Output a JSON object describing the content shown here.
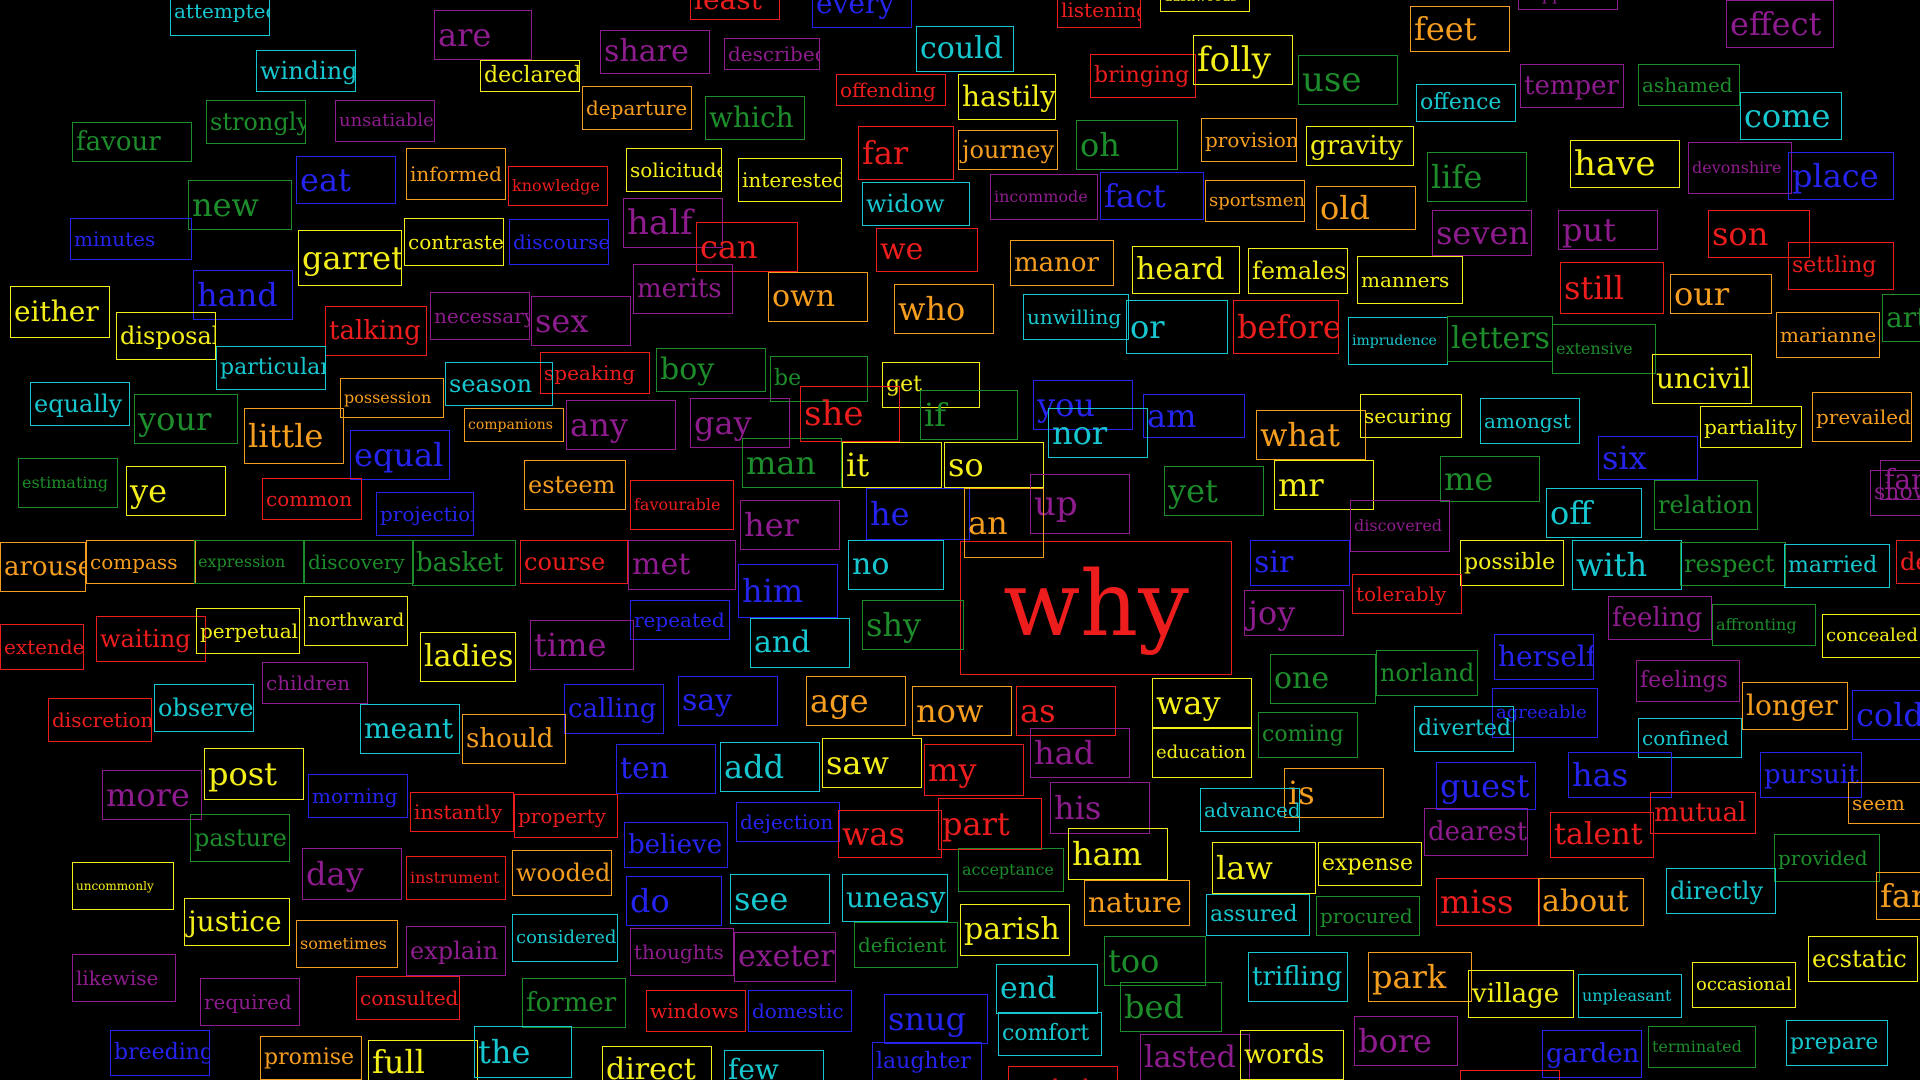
{
  "colors": {
    "background": "#000000",
    "cyan": "#17c7cf",
    "yellow": "#f3ee1a",
    "orange": "#f59d1f",
    "red": "#ee1d1d",
    "green": "#1d8c2b",
    "blue": "#2524ee",
    "purple": "#8e1c8e"
  },
  "words": [
    {
      "text": "why",
      "color": "red"
    },
    {
      "text": "attempted",
      "color": "cyan"
    },
    {
      "text": "least",
      "color": "red"
    },
    {
      "text": "every",
      "color": "blue"
    },
    {
      "text": "listening",
      "color": "red"
    },
    {
      "text": "dashwoods",
      "color": "yellow"
    },
    {
      "text": "happiness",
      "color": "purple"
    },
    {
      "text": "are",
      "color": "purple"
    },
    {
      "text": "share",
      "color": "purple"
    },
    {
      "text": "described",
      "color": "purple"
    },
    {
      "text": "could",
      "color": "cyan"
    },
    {
      "text": "feet",
      "color": "orange"
    },
    {
      "text": "effect",
      "color": "purple"
    },
    {
      "text": "winding",
      "color": "cyan"
    },
    {
      "text": "declared",
      "color": "yellow"
    },
    {
      "text": "offending",
      "color": "red"
    },
    {
      "text": "hastily",
      "color": "yellow"
    },
    {
      "text": "bringing",
      "color": "red"
    },
    {
      "text": "folly",
      "color": "yellow"
    },
    {
      "text": "use",
      "color": "green"
    },
    {
      "text": "temper",
      "color": "purple"
    },
    {
      "text": "ashamed",
      "color": "green"
    },
    {
      "text": "strongly",
      "color": "green"
    },
    {
      "text": "unsatiable",
      "color": "purple"
    },
    {
      "text": "departure",
      "color": "orange"
    },
    {
      "text": "which",
      "color": "green"
    },
    {
      "text": "offence",
      "color": "cyan"
    },
    {
      "text": "come",
      "color": "cyan"
    },
    {
      "text": "favour",
      "color": "green"
    },
    {
      "text": "far",
      "color": "red"
    },
    {
      "text": "journey",
      "color": "orange"
    },
    {
      "text": "oh",
      "color": "green"
    },
    {
      "text": "provision",
      "color": "orange"
    },
    {
      "text": "gravity",
      "color": "yellow"
    },
    {
      "text": "life",
      "color": "green"
    },
    {
      "text": "have",
      "color": "yellow"
    },
    {
      "text": "devonshire",
      "color": "purple"
    },
    {
      "text": "place",
      "color": "blue"
    },
    {
      "text": "eat",
      "color": "blue"
    },
    {
      "text": "informed",
      "color": "orange"
    },
    {
      "text": "knowledge",
      "color": "red"
    },
    {
      "text": "solicitude",
      "color": "yellow"
    },
    {
      "text": "interested",
      "color": "yellow"
    },
    {
      "text": "widow",
      "color": "cyan"
    },
    {
      "text": "incommode",
      "color": "purple"
    },
    {
      "text": "fact",
      "color": "blue"
    },
    {
      "text": "sportsmen",
      "color": "orange"
    },
    {
      "text": "old",
      "color": "orange"
    },
    {
      "text": "seven",
      "color": "purple"
    },
    {
      "text": "put",
      "color": "purple"
    },
    {
      "text": "son",
      "color": "red"
    },
    {
      "text": "new",
      "color": "green"
    },
    {
      "text": "minutes",
      "color": "blue"
    },
    {
      "text": "contrasted",
      "color": "yellow"
    },
    {
      "text": "discourse",
      "color": "blue"
    },
    {
      "text": "half",
      "color": "purple"
    },
    {
      "text": "can",
      "color": "red"
    },
    {
      "text": "garret",
      "color": "yellow"
    },
    {
      "text": "we",
      "color": "red"
    },
    {
      "text": "manor",
      "color": "orange"
    },
    {
      "text": "heard",
      "color": "yellow"
    },
    {
      "text": "females",
      "color": "yellow"
    },
    {
      "text": "manners",
      "color": "yellow"
    },
    {
      "text": "still",
      "color": "red"
    },
    {
      "text": "our",
      "color": "orange"
    },
    {
      "text": "settling",
      "color": "red"
    },
    {
      "text": "hand",
      "color": "blue"
    },
    {
      "text": "merits",
      "color": "purple"
    },
    {
      "text": "own",
      "color": "orange"
    },
    {
      "text": "who",
      "color": "orange"
    },
    {
      "text": "unwilling",
      "color": "cyan"
    },
    {
      "text": "or",
      "color": "cyan"
    },
    {
      "text": "before",
      "color": "red"
    },
    {
      "text": "imprudence",
      "color": "cyan"
    },
    {
      "text": "letters",
      "color": "green"
    },
    {
      "text": "extensive",
      "color": "green"
    },
    {
      "text": "marianne",
      "color": "orange"
    },
    {
      "text": "art",
      "color": "green"
    },
    {
      "text": "either",
      "color": "yellow"
    },
    {
      "text": "disposal",
      "color": "yellow"
    },
    {
      "text": "talking",
      "color": "red"
    },
    {
      "text": "necessary",
      "color": "purple"
    },
    {
      "text": "sex",
      "color": "purple"
    },
    {
      "text": "boy",
      "color": "green"
    },
    {
      "text": "be",
      "color": "green"
    },
    {
      "text": "get",
      "color": "yellow"
    },
    {
      "text": "you",
      "color": "blue"
    },
    {
      "text": "uncivil",
      "color": "yellow"
    },
    {
      "text": "particular",
      "color": "cyan"
    },
    {
      "text": "speaking",
      "color": "red"
    },
    {
      "text": "season",
      "color": "cyan"
    },
    {
      "text": "possession",
      "color": "orange"
    },
    {
      "text": "am",
      "color": "blue"
    },
    {
      "text": "prevailed",
      "color": "orange"
    },
    {
      "text": "equally",
      "color": "cyan"
    },
    {
      "text": "your",
      "color": "green"
    },
    {
      "text": "little",
      "color": "orange"
    },
    {
      "text": "companions",
      "color": "orange"
    },
    {
      "text": "any",
      "color": "purple"
    },
    {
      "text": "gay",
      "color": "purple"
    },
    {
      "text": "she",
      "color": "red"
    },
    {
      "text": "if",
      "color": "green"
    },
    {
      "text": "nor",
      "color": "cyan"
    },
    {
      "text": "what",
      "color": "orange"
    },
    {
      "text": "securing",
      "color": "yellow"
    },
    {
      "text": "amongst",
      "color": "cyan"
    },
    {
      "text": "partiality",
      "color": "yellow"
    },
    {
      "text": "six",
      "color": "blue"
    },
    {
      "text": "equal",
      "color": "blue"
    },
    {
      "text": "estimating",
      "color": "green"
    },
    {
      "text": "man",
      "color": "green"
    },
    {
      "text": "it",
      "color": "yellow"
    },
    {
      "text": "so",
      "color": "yellow"
    },
    {
      "text": "mr",
      "color": "yellow"
    },
    {
      "text": "me",
      "color": "green"
    },
    {
      "text": "showing",
      "color": "purple"
    },
    {
      "text": "fan",
      "color": "purple"
    },
    {
      "text": "ye",
      "color": "yellow"
    },
    {
      "text": "common",
      "color": "red"
    },
    {
      "text": "projection",
      "color": "blue"
    },
    {
      "text": "esteem",
      "color": "orange"
    },
    {
      "text": "favourable",
      "color": "red"
    },
    {
      "text": "up",
      "color": "purple"
    },
    {
      "text": "yet",
      "color": "green"
    },
    {
      "text": "off",
      "color": "cyan"
    },
    {
      "text": "relation",
      "color": "green"
    },
    {
      "text": "her",
      "color": "purple"
    },
    {
      "text": "he",
      "color": "blue"
    },
    {
      "text": "an",
      "color": "orange"
    },
    {
      "text": "discovered",
      "color": "purple"
    },
    {
      "text": "aroused",
      "color": "orange"
    },
    {
      "text": "compass",
      "color": "orange"
    },
    {
      "text": "expression",
      "color": "green"
    },
    {
      "text": "discovery",
      "color": "green"
    },
    {
      "text": "basket",
      "color": "green"
    },
    {
      "text": "course",
      "color": "red"
    },
    {
      "text": "met",
      "color": "purple"
    },
    {
      "text": "no",
      "color": "cyan"
    },
    {
      "text": "sir",
      "color": "blue"
    },
    {
      "text": "possible",
      "color": "yellow"
    },
    {
      "text": "with",
      "color": "cyan"
    },
    {
      "text": "respect",
      "color": "green"
    },
    {
      "text": "married",
      "color": "cyan"
    },
    {
      "text": "de",
      "color": "red"
    },
    {
      "text": "him",
      "color": "blue"
    },
    {
      "text": "tolerably",
      "color": "red"
    },
    {
      "text": "joy",
      "color": "purple"
    },
    {
      "text": "extended",
      "color": "red"
    },
    {
      "text": "waiting",
      "color": "red"
    },
    {
      "text": "perpetual",
      "color": "yellow"
    },
    {
      "text": "northward",
      "color": "yellow"
    },
    {
      "text": "repeated",
      "color": "blue"
    },
    {
      "text": "shy",
      "color": "green"
    },
    {
      "text": "feeling",
      "color": "purple"
    },
    {
      "text": "affronting",
      "color": "green"
    },
    {
      "text": "concealed",
      "color": "yellow"
    },
    {
      "text": "ladies",
      "color": "yellow"
    },
    {
      "text": "time",
      "color": "purple"
    },
    {
      "text": "and",
      "color": "cyan"
    },
    {
      "text": "herself",
      "color": "blue"
    },
    {
      "text": "children",
      "color": "purple"
    },
    {
      "text": "one",
      "color": "green"
    },
    {
      "text": "norland",
      "color": "green"
    },
    {
      "text": "feelings",
      "color": "purple"
    },
    {
      "text": "discretion",
      "color": "red"
    },
    {
      "text": "observe",
      "color": "cyan"
    },
    {
      "text": "calling",
      "color": "blue"
    },
    {
      "text": "say",
      "color": "blue"
    },
    {
      "text": "age",
      "color": "orange"
    },
    {
      "text": "now",
      "color": "orange"
    },
    {
      "text": "as",
      "color": "red"
    },
    {
      "text": "way",
      "color": "yellow"
    },
    {
      "text": "agreeable",
      "color": "blue"
    },
    {
      "text": "longer",
      "color": "orange"
    },
    {
      "text": "cold",
      "color": "blue"
    },
    {
      "text": "meant",
      "color": "cyan"
    },
    {
      "text": "should",
      "color": "orange"
    },
    {
      "text": "coming",
      "color": "green"
    },
    {
      "text": "diverted",
      "color": "cyan"
    },
    {
      "text": "confined",
      "color": "cyan"
    },
    {
      "text": "post",
      "color": "yellow"
    },
    {
      "text": "more",
      "color": "purple"
    },
    {
      "text": "ten",
      "color": "blue"
    },
    {
      "text": "add",
      "color": "cyan"
    },
    {
      "text": "saw",
      "color": "yellow"
    },
    {
      "text": "my",
      "color": "red"
    },
    {
      "text": "had",
      "color": "purple"
    },
    {
      "text": "education",
      "color": "yellow"
    },
    {
      "text": "is",
      "color": "orange"
    },
    {
      "text": "guest",
      "color": "blue"
    },
    {
      "text": "has",
      "color": "blue"
    },
    {
      "text": "pursuit",
      "color": "blue"
    },
    {
      "text": "seem",
      "color": "orange"
    },
    {
      "text": "morning",
      "color": "blue"
    },
    {
      "text": "instantly",
      "color": "red"
    },
    {
      "text": "property",
      "color": "red"
    },
    {
      "text": "dejection",
      "color": "blue"
    },
    {
      "text": "his",
      "color": "purple"
    },
    {
      "text": "part",
      "color": "red"
    },
    {
      "text": "mutual",
      "color": "red"
    },
    {
      "text": "pasture",
      "color": "green"
    },
    {
      "text": "believe",
      "color": "blue"
    },
    {
      "text": "was",
      "color": "red"
    },
    {
      "text": "advanced",
      "color": "cyan"
    },
    {
      "text": "dearest",
      "color": "purple"
    },
    {
      "text": "talent",
      "color": "red"
    },
    {
      "text": "day",
      "color": "purple"
    },
    {
      "text": "uncommonly",
      "color": "yellow"
    },
    {
      "text": "instrument",
      "color": "red"
    },
    {
      "text": "wooded",
      "color": "orange"
    },
    {
      "text": "acceptance",
      "color": "green"
    },
    {
      "text": "ham",
      "color": "yellow"
    },
    {
      "text": "law",
      "color": "yellow"
    },
    {
      "text": "expense",
      "color": "yellow"
    },
    {
      "text": "provided",
      "color": "green"
    },
    {
      "text": "do",
      "color": "blue"
    },
    {
      "text": "see",
      "color": "cyan"
    },
    {
      "text": "uneasy",
      "color": "cyan"
    },
    {
      "text": "miss",
      "color": "red"
    },
    {
      "text": "about",
      "color": "orange"
    },
    {
      "text": "directly",
      "color": "cyan"
    },
    {
      "text": "far",
      "color": "orange"
    },
    {
      "text": "justice",
      "color": "yellow"
    },
    {
      "text": "nature",
      "color": "orange"
    },
    {
      "text": "assured",
      "color": "cyan"
    },
    {
      "text": "procured",
      "color": "green"
    },
    {
      "text": "sometimes",
      "color": "orange"
    },
    {
      "text": "explain",
      "color": "purple"
    },
    {
      "text": "considered",
      "color": "cyan"
    },
    {
      "text": "thoughts",
      "color": "purple"
    },
    {
      "text": "exeter",
      "color": "purple"
    },
    {
      "text": "deficient",
      "color": "green"
    },
    {
      "text": "parish",
      "color": "yellow"
    },
    {
      "text": "too",
      "color": "green"
    },
    {
      "text": "ecstatic",
      "color": "yellow"
    },
    {
      "text": "likewise",
      "color": "purple"
    },
    {
      "text": "trifling",
      "color": "cyan"
    },
    {
      "text": "park",
      "color": "orange"
    },
    {
      "text": "village",
      "color": "yellow"
    },
    {
      "text": "unpleasant",
      "color": "cyan"
    },
    {
      "text": "occasional",
      "color": "yellow"
    },
    {
      "text": "required",
      "color": "purple"
    },
    {
      "text": "consulted",
      "color": "red"
    },
    {
      "text": "former",
      "color": "green"
    },
    {
      "text": "windows",
      "color": "red"
    },
    {
      "text": "domestic",
      "color": "blue"
    },
    {
      "text": "end",
      "color": "cyan"
    },
    {
      "text": "bed",
      "color": "green"
    },
    {
      "text": "snug",
      "color": "blue"
    },
    {
      "text": "comfort",
      "color": "cyan"
    },
    {
      "text": "bore",
      "color": "purple"
    },
    {
      "text": "terminated",
      "color": "green"
    },
    {
      "text": "prepare",
      "color": "cyan"
    },
    {
      "text": "breeding",
      "color": "blue"
    },
    {
      "text": "promise",
      "color": "orange"
    },
    {
      "text": "full",
      "color": "yellow"
    },
    {
      "text": "the",
      "color": "cyan"
    },
    {
      "text": "direct",
      "color": "yellow"
    },
    {
      "text": "few",
      "color": "cyan"
    },
    {
      "text": "laughter",
      "color": "blue"
    },
    {
      "text": "lasted",
      "color": "purple"
    },
    {
      "text": "words",
      "color": "yellow"
    },
    {
      "text": "garden",
      "color": "blue"
    },
    {
      "text": "marked",
      "color": "red"
    },
    {
      "text": "request",
      "color": "red"
    }
  ]
}
